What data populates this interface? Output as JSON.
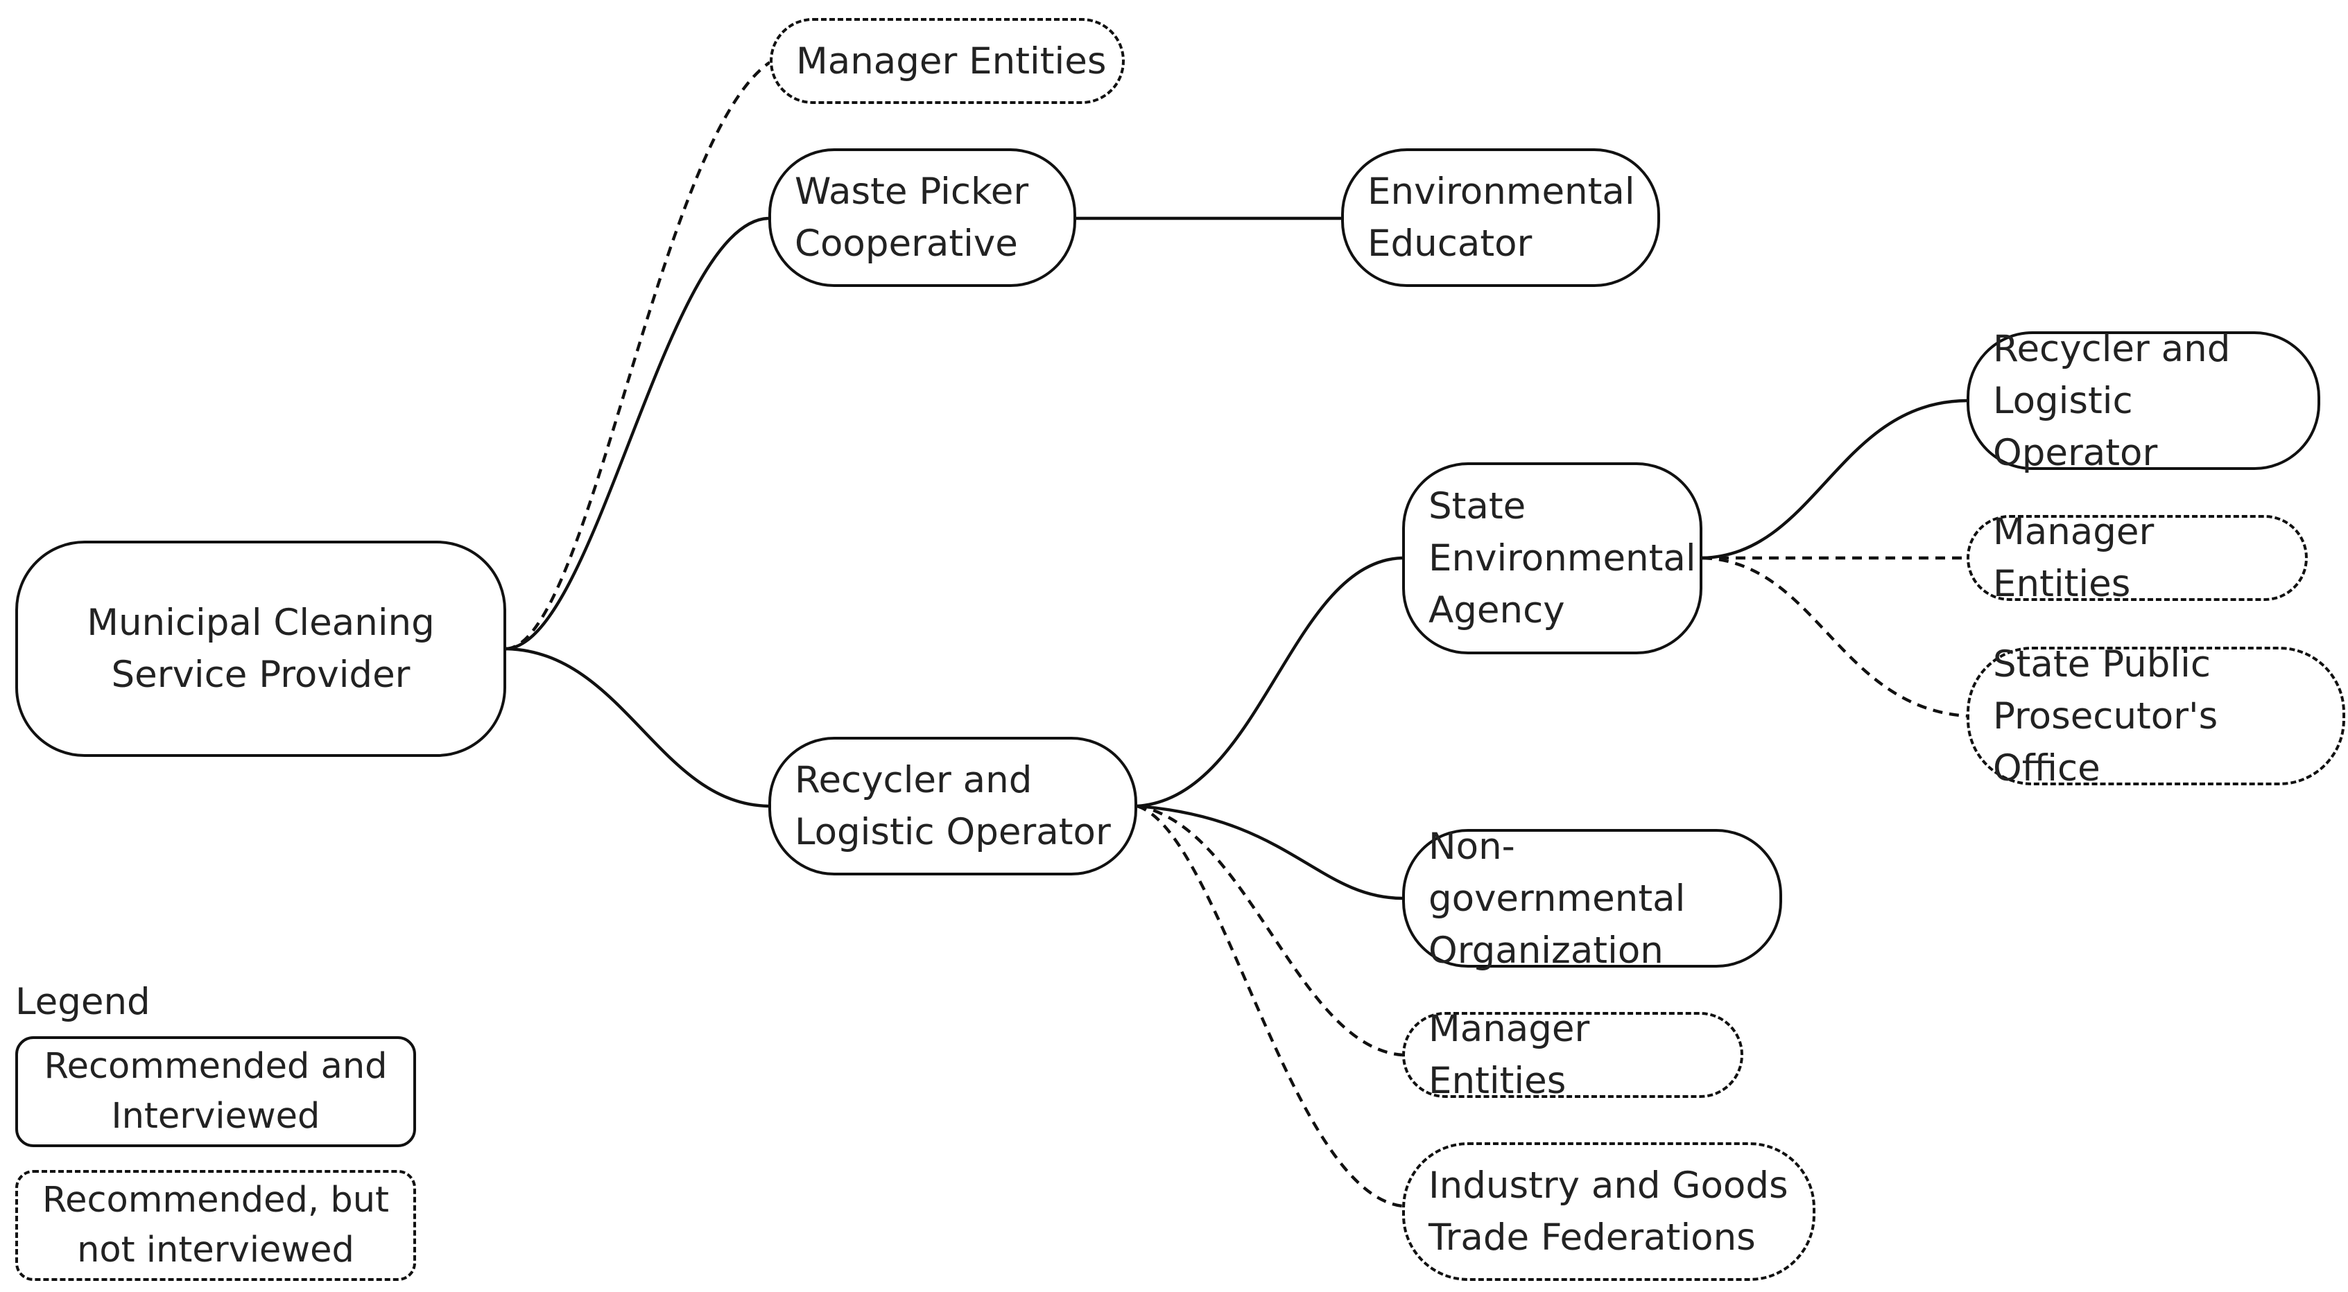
{
  "nodes": {
    "root": {
      "label": "Municipal Cleaning\nService Provider",
      "style": "solid"
    },
    "manager_top": {
      "label": "Manager Entities",
      "style": "dashed"
    },
    "waste_picker": {
      "label": "Waste Picker\nCooperative",
      "style": "solid"
    },
    "env_educator": {
      "label": "Environmental\nEducator",
      "style": "solid"
    },
    "recycler_mid": {
      "label": "Recycler and\nLogistic Operator",
      "style": "solid"
    },
    "state_env": {
      "label": "State\nEnvironmental\nAgency",
      "style": "solid"
    },
    "recycler_right": {
      "label": "Recycler and\nLogistic Operator",
      "style": "solid"
    },
    "manager_right": {
      "label": "Manager Entities",
      "style": "dashed"
    },
    "prosecutor": {
      "label": "State Public\nProsecutor's Office",
      "style": "dashed"
    },
    "ngo": {
      "label": "Non-governmental\nOrganization",
      "style": "solid"
    },
    "manager_bottom": {
      "label": "Manager Entities",
      "style": "dashed"
    },
    "industry": {
      "label": "Industry and Goods\nTrade Federations",
      "style": "dashed"
    }
  },
  "edges": [
    {
      "from": "root",
      "to": "manager_top",
      "style": "dashed"
    },
    {
      "from": "root",
      "to": "waste_picker",
      "style": "solid"
    },
    {
      "from": "waste_picker",
      "to": "env_educator",
      "style": "solid"
    },
    {
      "from": "root",
      "to": "recycler_mid",
      "style": "solid"
    },
    {
      "from": "recycler_mid",
      "to": "state_env",
      "style": "solid"
    },
    {
      "from": "state_env",
      "to": "recycler_right",
      "style": "solid"
    },
    {
      "from": "state_env",
      "to": "manager_right",
      "style": "dashed"
    },
    {
      "from": "state_env",
      "to": "prosecutor",
      "style": "dashed"
    },
    {
      "from": "recycler_mid",
      "to": "ngo",
      "style": "solid"
    },
    {
      "from": "recycler_mid",
      "to": "manager_bottom",
      "style": "dashed"
    },
    {
      "from": "recycler_mid",
      "to": "industry",
      "style": "dashed"
    }
  ],
  "legend": {
    "title": "Legend",
    "solid_label": "Recommended and\nInterviewed",
    "dashed_label": "Recommended, but\nnot interviewed"
  }
}
